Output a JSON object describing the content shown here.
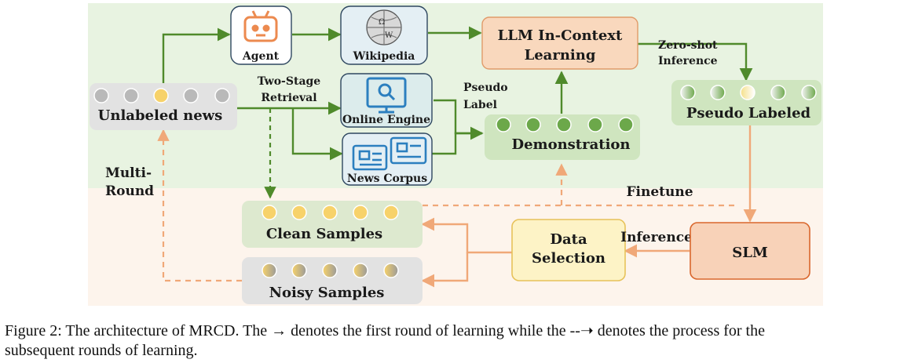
{
  "nodes": {
    "agent": "Agent",
    "wikipedia": "Wikipedia",
    "llm_line1": "LLM In-Context",
    "llm_line2": "Learning",
    "zero_shot_line1": "Zero-shot",
    "zero_shot_line2": "Inference",
    "unlabeled_news": "Unlabeled news",
    "two_stage_line1": "Two-Stage",
    "two_stage_line2": "Retrieval",
    "online_engine": "Online Engine",
    "news_corpus": "News Corpus",
    "pseudo_label_line1": "Pseudo",
    "pseudo_label_line2": "Label",
    "demonstration": "Demonstration",
    "pseudo_labeled": "Pseudo Labeled",
    "multi_round_line1": "Multi-",
    "multi_round_line2": "Round",
    "finetune": "Finetune",
    "clean_samples": "Clean Samples",
    "data_selection_line1": "Data",
    "data_selection_line2": "Selection",
    "inference": "Inference",
    "slm": "SLM",
    "noisy_samples": "Noisy Samples"
  },
  "icons": {
    "agent": "robot-head-icon",
    "wikipedia": "wikipedia-globe-icon",
    "online_engine": "monitor-search-icon",
    "news_corpus": "news-card-icon"
  },
  "colors": {
    "llm_zone": "#e8f3e1",
    "slm_zone": "#fdf4ec",
    "solid_arrow": "#4f8a2b",
    "dashed_arrow": "#f0a878",
    "token_gray": "#b9b9b9",
    "token_yellow": "#f7d26a",
    "token_green": "#6ca84a",
    "llm_box": "#f9d8bd",
    "slm_box": "#f8d2b8",
    "data_selection_box": "#fdf3c6"
  },
  "caption": {
    "line1": "Figure 2: The architecture of MRCD. The → denotes the first round of learning while the ‐‐➝ denotes the process for the",
    "line2": "subsequent rounds of learning."
  }
}
